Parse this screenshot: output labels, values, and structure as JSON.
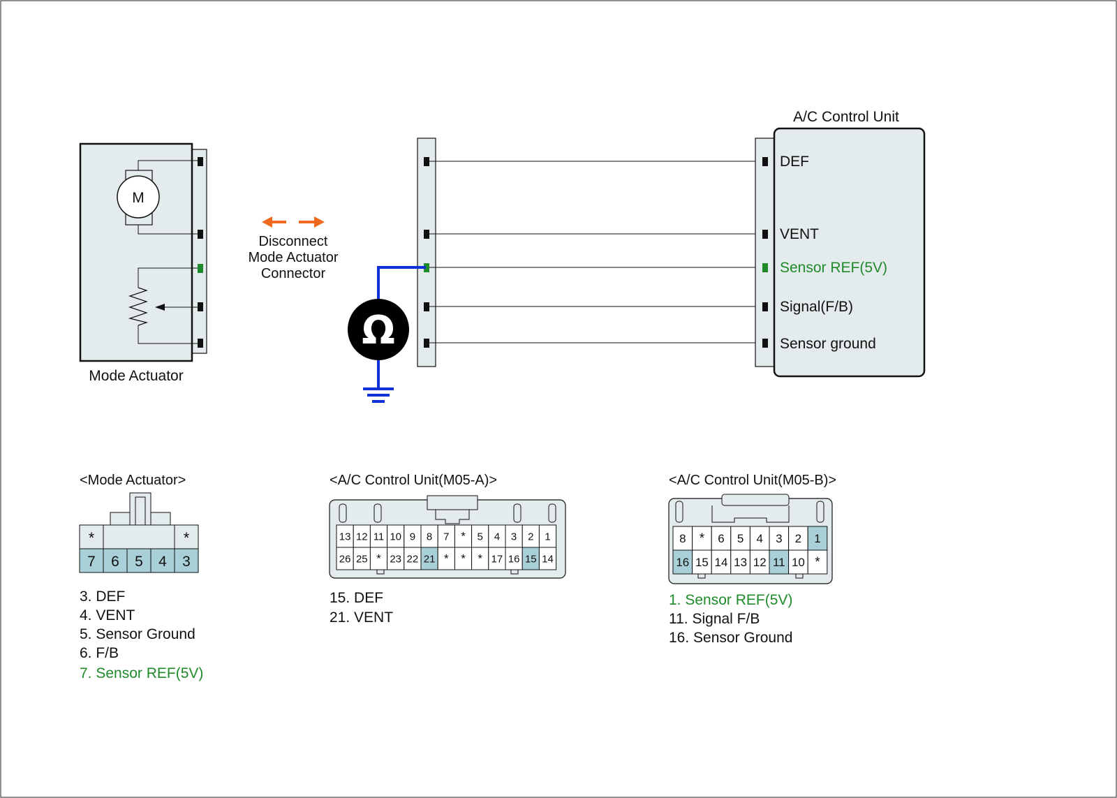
{
  "colors": {
    "panel": "#e4ebec",
    "highlight": "#a9d0d8",
    "green": "#1f8a2a",
    "probe_wire": "#1030d8",
    "arrow": "#f06a20",
    "ink": "#111111"
  },
  "mode_actuator": {
    "label": "Mode Actuator",
    "motor_symbol": "M"
  },
  "disconnect_note": [
    "Disconnect",
    "Mode Actuator",
    "Connector"
  ],
  "ohmmeter_symbol": "Ω",
  "ac_unit": {
    "title": "A/C Control Unit",
    "pins": [
      {
        "label": "DEF",
        "highlight": false
      },
      {
        "label": "VENT",
        "highlight": false
      },
      {
        "label": "Sensor REF(5V)",
        "highlight": true
      },
      {
        "label": "Signal(F/B)",
        "highlight": false
      },
      {
        "label": "Sensor ground",
        "highlight": false
      }
    ]
  },
  "connectors": {
    "mode_actuator": {
      "title": "<Mode Actuator>",
      "top_row": [
        "*",
        "",
        "",
        "",
        "*"
      ],
      "bottom_row": [
        "7",
        "6",
        "5",
        "4",
        "3"
      ],
      "highlighted": [
        "7",
        "6",
        "5",
        "4",
        "3"
      ],
      "legend": [
        {
          "text": "3. DEF",
          "green": false
        },
        {
          "text": "4. VENT",
          "green": false
        },
        {
          "text": "5. Sensor Ground",
          "green": false
        },
        {
          "text": "6. F/B",
          "green": false
        },
        {
          "text": "7. Sensor REF(5V)",
          "green": true
        }
      ]
    },
    "m05a": {
      "title": "<A/C Control Unit(M05-A)>",
      "top_row": [
        "13",
        "12",
        "11",
        "10",
        "9",
        "8",
        "7",
        "*",
        "5",
        "4",
        "3",
        "2",
        "1"
      ],
      "bottom_row": [
        "26",
        "25",
        "*",
        "23",
        "22",
        "21",
        "*",
        "*",
        "*",
        "17",
        "16",
        "15",
        "14"
      ],
      "highlighted": [
        "21",
        "15"
      ],
      "legend": [
        {
          "text": "15. DEF",
          "green": false
        },
        {
          "text": "21. VENT",
          "green": false
        }
      ]
    },
    "m05b": {
      "title": "<A/C Control Unit(M05-B)>",
      "top_row": [
        "8",
        "*",
        "6",
        "5",
        "4",
        "3",
        "2",
        "1"
      ],
      "bottom_row": [
        "16",
        "15",
        "14",
        "13",
        "12",
        "11",
        "10",
        "*"
      ],
      "highlighted": [
        "1",
        "16",
        "11"
      ],
      "legend": [
        {
          "text": "1. Sensor REF(5V)",
          "green": true
        },
        {
          "text": "11. Signal F/B",
          "green": false
        },
        {
          "text": "16. Sensor Ground",
          "green": false
        }
      ]
    }
  }
}
